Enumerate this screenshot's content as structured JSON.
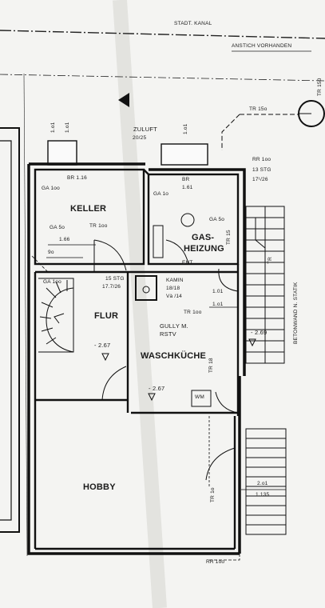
{
  "top": {
    "stadt_kanal": "STADT. KANAL",
    "anstich": "ANSTICH VORHANDEN",
    "tr_side": "TR 150",
    "tr_top": "TR 15o"
  },
  "keller": {
    "name": "KELLER",
    "br": "BR 1.16",
    "ga_top": "GA 1oo",
    "ga_bottom": "GA 5o",
    "tr": "TR 1oo",
    "dim_166": "1.66",
    "dim_90": "9o"
  },
  "heizung": {
    "name_1": "GAS-",
    "name_2": "HEIZUNG",
    "br": "BR",
    "dim_161": "1.61",
    "ga_1": "GA 1o",
    "ga_5": "GA 5o",
    "tr_15": "TR 15",
    "eht": "EHT"
  },
  "zuluft": {
    "label": "ZULUFT",
    "size": "20/25"
  },
  "flur": {
    "name": "FLUR",
    "ga": "GA 1oo",
    "stg": "15 STG",
    "ratio": "17.7/26",
    "level": "- 2.67"
  },
  "kamin": {
    "label": "KAMIN",
    "size_1": "18/18",
    "size_2": "Và /14"
  },
  "waschkueche": {
    "name": "WASCHKÜCHE",
    "gully_1": "GULLY M.",
    "gully_2": "RSTV",
    "level": "- 2.67",
    "wm": "WM",
    "tr_100": "TR 1oo",
    "tr_18": "TR 18",
    "dim_101a": "1.01",
    "dim_101b": "1.o1"
  },
  "stair_right": {
    "rr": "RR 1oo",
    "stg": "13 STG",
    "ratio": "17¹/26",
    "level": "- 2.69",
    "beton": "BETONWAND N. STATIK",
    "tr": "TR"
  },
  "hobby": {
    "name": "HOBBY",
    "tr_10": "TR 1o",
    "dim_201": "2.o1",
    "dim_1135": "1.135"
  },
  "bottom": {
    "rr": "RR 1oo"
  },
  "marks": {
    "m101a": "1.o1",
    "m101b": "1.o1",
    "m101c": "1.o1"
  }
}
